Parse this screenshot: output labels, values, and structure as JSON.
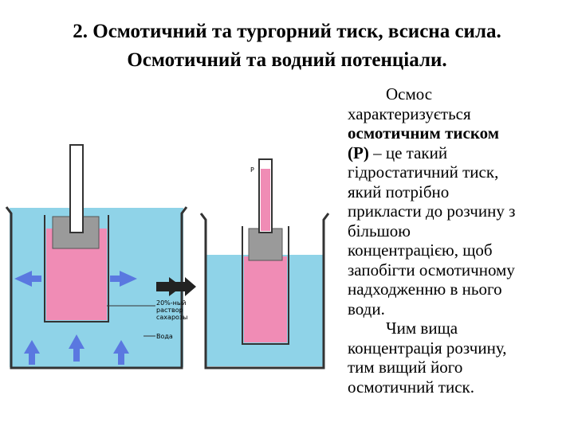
{
  "slide": {
    "title_line1": "2. Осмотичний та тургорний тиск, всисна сила.",
    "title_line2": "Осмотичний та водний потенціали."
  },
  "figure": {
    "labels": {
      "p_marker": "P",
      "solution": "20%-ный раствор сахарозы",
      "solution_line1": "20%-ный",
      "solution_line2": "раствор",
      "solution_line3": "сахарозы",
      "water": "Вода"
    },
    "colors": {
      "water": "#8fd3e8",
      "solution": "#f08cb5",
      "membrane": "#9a9a9a",
      "arrows": "#5a78e0"
    }
  },
  "body_text": {
    "p1_line1": "Осмос",
    "p1_line2": "характеризується",
    "p1_bold": "осмотичним тиском",
    "p1_line4_bold": "(Р)",
    "p1_line4_rest": " – це такий",
    "p1_rest": [
      "гідростатичний тиск,",
      "який потрібно",
      "прикласти до розчину з",
      "більшою",
      "концентрацією, щоб",
      "запобігти осмотичному",
      "надходженню в нього",
      "води."
    ],
    "p2_line1": "Чим вища",
    "p2_rest": [
      "концентрація розчину,",
      "тим вищий його",
      "осмотичний тиск."
    ]
  }
}
